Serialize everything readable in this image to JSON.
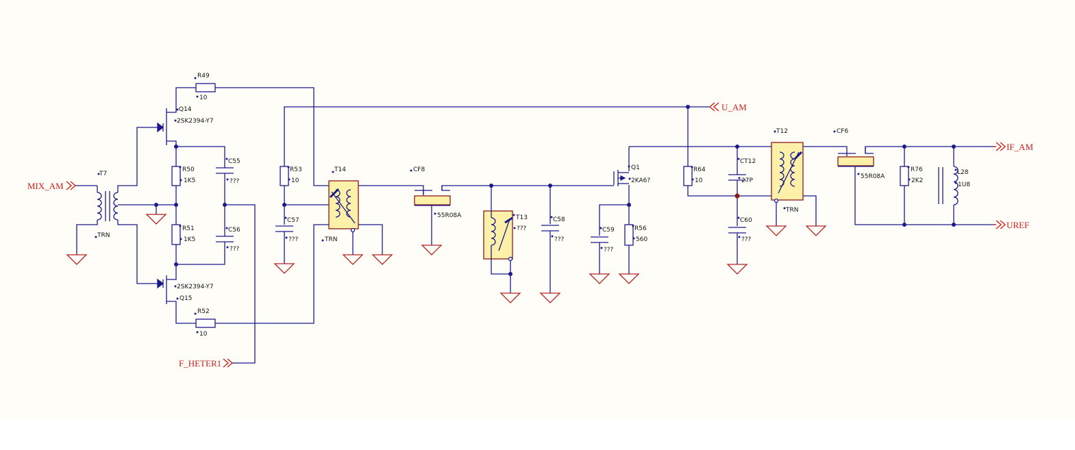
{
  "ports": {
    "mix_am": "MIX_AM",
    "f_heter1": "F_HETER1",
    "u_am": "U_AM",
    "if_am": "IF_AM",
    "uref": "UREF"
  },
  "components": {
    "t7": {
      "ref": "T7",
      "value": "TRN"
    },
    "q14": {
      "ref": "Q14",
      "value": "2SK2394-Y7"
    },
    "q15": {
      "ref": "Q15",
      "value": "2SK2394-Y7"
    },
    "r49": {
      "ref": "R49",
      "value": "10"
    },
    "r50": {
      "ref": "R50",
      "value": "1K5"
    },
    "r51": {
      "ref": "R51",
      "value": "1K5"
    },
    "r52": {
      "ref": "R52",
      "value": "10"
    },
    "c55": {
      "ref": "C55",
      "value": "???"
    },
    "c56": {
      "ref": "C56",
      "value": "???"
    },
    "r53": {
      "ref": "R53",
      "value": "10"
    },
    "c57": {
      "ref": "C57",
      "value": "???"
    },
    "t14": {
      "ref": "T14",
      "value": "TRN"
    },
    "cf8": {
      "ref": "CF8",
      "value": "55R08A"
    },
    "t13": {
      "ref": "T13",
      "value": "???"
    },
    "c58": {
      "ref": "C58",
      "value": "???"
    },
    "q1": {
      "ref": "Q1",
      "value": "2KA6?"
    },
    "c59": {
      "ref": "C59",
      "value": "???"
    },
    "r56": {
      "ref": "R56",
      "value": "560"
    },
    "r64": {
      "ref": "R64",
      "value": "10"
    },
    "ct12": {
      "ref": "CT12",
      "value": "27P"
    },
    "c60": {
      "ref": "C60",
      "value": "???"
    },
    "t12": {
      "ref": "T12",
      "value": "TRN"
    },
    "cf6": {
      "ref": "CF6",
      "value": "55R08A"
    },
    "r76": {
      "ref": "R76",
      "value": "2K2"
    },
    "l28": {
      "ref": "L28",
      "value": "1U8"
    }
  },
  "colors": {
    "wire": "#1a1a8c",
    "port": "#cc1f1f",
    "ground": "#b22222",
    "component_fill": "#fdf0a8",
    "sheet": "#fffdf7"
  }
}
